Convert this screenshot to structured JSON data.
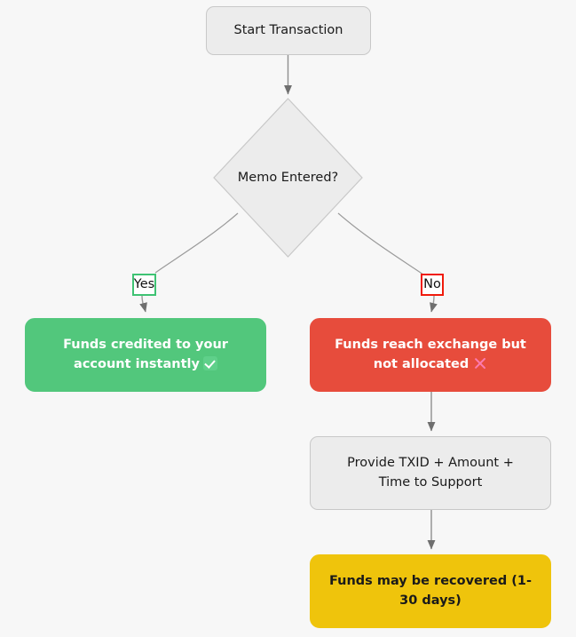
{
  "diagram": {
    "type": "flowchart",
    "background_color": "#f7f7f7",
    "title": "Transaction memo flowchart",
    "nodes": [
      {
        "id": "start",
        "shape": "rounded-rect",
        "label": "Start Transaction",
        "fill": "#ececec",
        "text_color": "#1a1a1a"
      },
      {
        "id": "memo",
        "shape": "diamond",
        "label": "Memo Entered?",
        "fill": "#ececec",
        "text_color": "#1a1a1a"
      },
      {
        "id": "credited",
        "shape": "rounded-rect",
        "label": "Funds credited to your\naccount instantly",
        "icon": "check-mark-emoji",
        "fill": "#52c77c",
        "text_color": "#ffffff"
      },
      {
        "id": "notallocated",
        "shape": "rounded-rect",
        "label": "Funds reach exchange but\nnot allocated",
        "icon": "cross-mark-emoji",
        "fill": "#e74c3c",
        "text_color": "#ffffff"
      },
      {
        "id": "support",
        "shape": "rounded-rect",
        "label": "Provide TXID + Amount +\nTime to Support",
        "fill": "#ececec",
        "text_color": "#1a1a1a"
      },
      {
        "id": "recovered",
        "shape": "rounded-rect",
        "label": "Funds may be recovered (1-\n30 days)",
        "fill": "#efc40c",
        "text_color": "#1a1a1a"
      }
    ],
    "edges": [
      {
        "id": "e1",
        "from": "start",
        "to": "memo",
        "label": ""
      },
      {
        "id": "e2",
        "from": "memo",
        "to": "credited",
        "label": "Yes",
        "label_border_color": "#3fc374"
      },
      {
        "id": "e3",
        "from": "memo",
        "to": "notallocated",
        "label": "No",
        "label_border_color": "#f01b0c"
      },
      {
        "id": "e4",
        "from": "notallocated",
        "to": "support",
        "label": ""
      },
      {
        "id": "e5",
        "from": "support",
        "to": "recovered",
        "label": ""
      }
    ],
    "edge_color": "#9a9a9a"
  }
}
